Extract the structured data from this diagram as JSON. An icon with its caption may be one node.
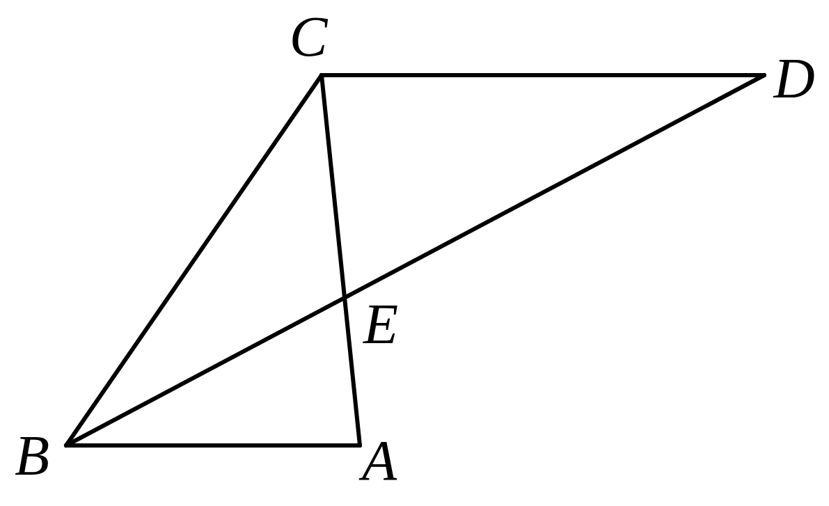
{
  "diagram": {
    "nodes": [
      {
        "text": [
          "C"
        ]
      },
      {
        "text": [
          "D"
        ]
      },
      {
        "text": [
          "B"
        ]
      },
      {
        "text": [
          "A"
        ]
      }
    ],
    "edges": [
      {
        "from": 0,
        "to": 1,
        "arrow": "none"
      },
      {
        "from": 2,
        "to": 0,
        "arrow": "none"
      },
      {
        "from": 0,
        "to": 3,
        "arrow": "none"
      },
      {
        "from": 2,
        "to": 3,
        "arrow": "none"
      },
      {
        "from": 2,
        "to": 1,
        "arrow": "none"
      }
    ],
    "labels": [
      "E"
    ]
  }
}
